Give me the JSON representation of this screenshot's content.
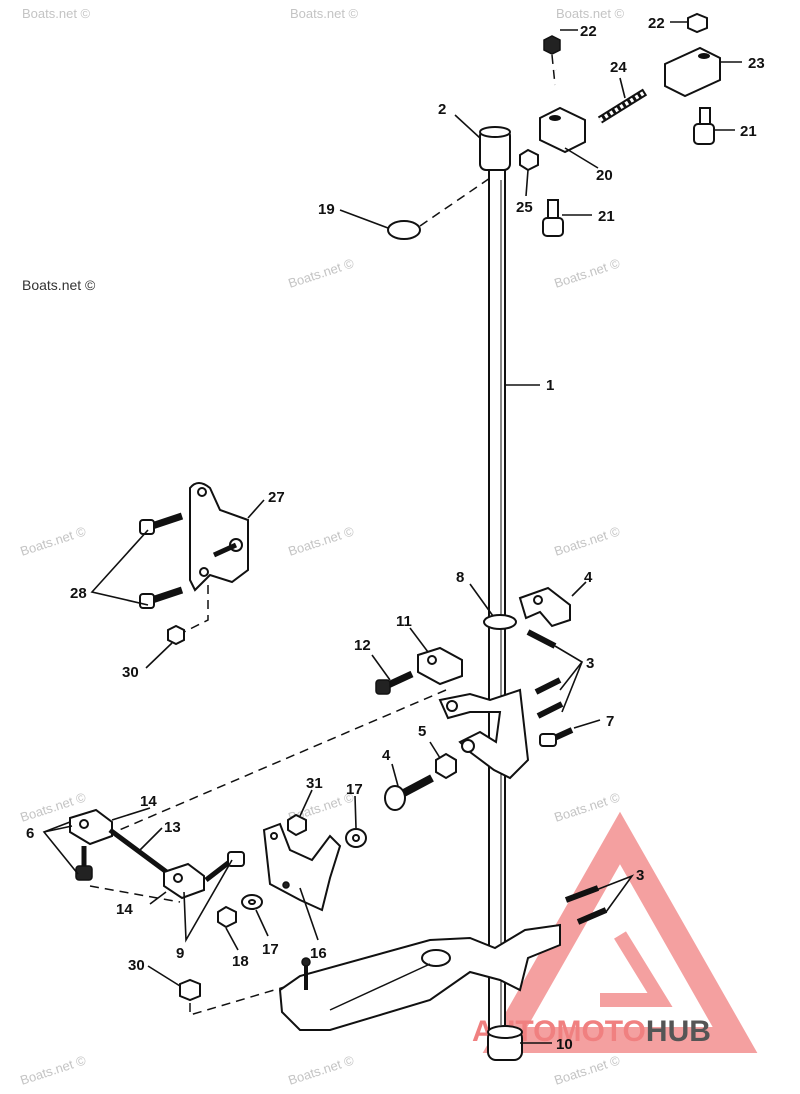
{
  "watermark": {
    "text": "Boats.net ©",
    "color": "#c4c4c4"
  },
  "logo": {
    "word_part1": "AUTO",
    "word_part2": "MOTO",
    "word_part3": "HUB",
    "color_accent": "#f08080",
    "color_dark": "#555555"
  },
  "callouts": {
    "c1": "1",
    "c2": "2",
    "c3a": "3",
    "c3b": "3",
    "c4a": "4",
    "c4b": "4",
    "c5": "5",
    "c6": "6",
    "c7": "7",
    "c8": "8",
    "c9": "9",
    "c10": "10",
    "c11": "11",
    "c12": "12",
    "c13": "13",
    "c14a": "14",
    "c14b": "14",
    "c16": "16",
    "c17a": "17",
    "c17b": "17",
    "c18": "18",
    "c19": "19",
    "c20": "20",
    "c21a": "21",
    "c21b": "21",
    "c22a": "22",
    "c22b": "22",
    "c23": "23",
    "c24": "24",
    "c25": "25",
    "c27": "27",
    "c28": "28",
    "c30a": "30",
    "c30b": "30",
    "c31": "31"
  }
}
